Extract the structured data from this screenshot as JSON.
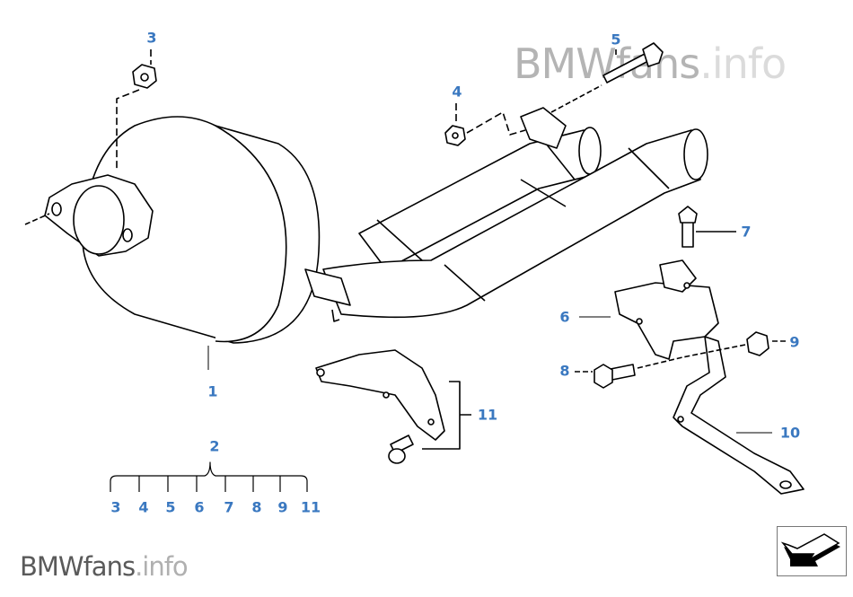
{
  "watermark": {
    "brand": "BMWfans",
    "suffix": ".info"
  },
  "callouts": {
    "c1": "1",
    "c2": "2",
    "c3": "3",
    "c4": "4",
    "c5": "5",
    "c6": "6",
    "c7": "7",
    "c8": "8",
    "c9": "9",
    "c10": "10",
    "c11": "11"
  },
  "kit_contents": [
    "3",
    "4",
    "5",
    "6",
    "7",
    "8",
    "9",
    "11"
  ],
  "nav": {
    "icon": "back-arrow-icon"
  },
  "colors": {
    "callout": "#3a78c0",
    "line": "#000000"
  }
}
